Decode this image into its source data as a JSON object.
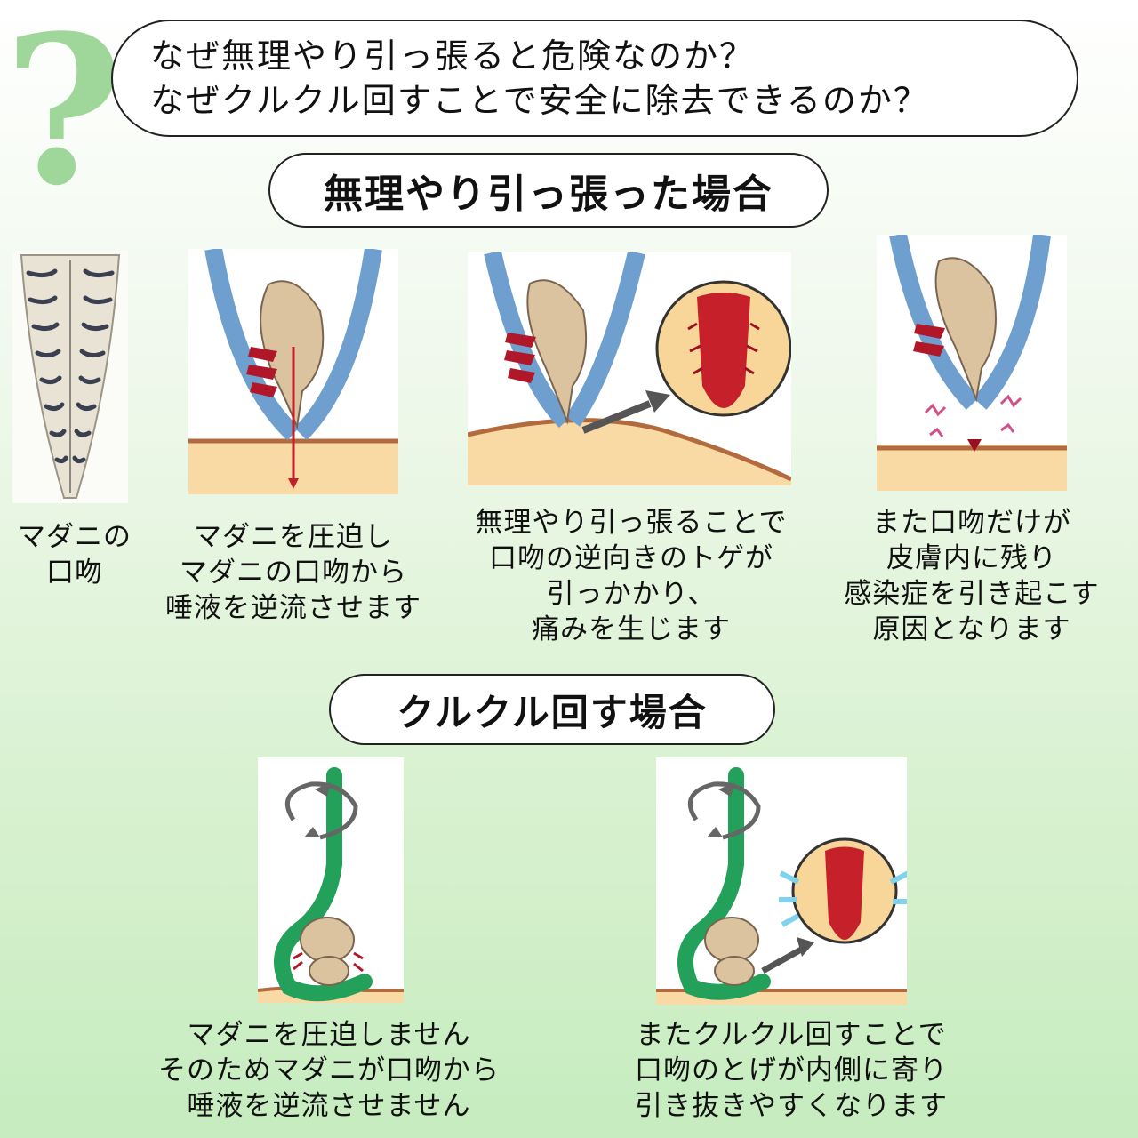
{
  "header": {
    "line1": "なぜ無理やり引っ張ると危険なのか？",
    "line2": "なぜクルクル回すことで安全に除去できるのか？"
  },
  "question_mark": "?",
  "section_pull": {
    "title": "無理やり引っ張った場合",
    "captions": [
      [
        "マダニの",
        "口吻"
      ],
      [
        "マダニを圧迫し",
        "マダニの口吻から",
        "唾液を逆流させます"
      ],
      [
        "無理やり引っ張ることで",
        "口吻の逆向きのトゲが",
        "引っかかり、",
        "痛みを生じます"
      ],
      [
        "また口吻だけが",
        "皮膚内に残り",
        "感染症を引き起こす",
        "原因となります"
      ]
    ]
  },
  "section_twist": {
    "title": "クルクル回す場合",
    "captions": [
      [
        "マダニを圧迫しません",
        "そのためマダニが口吻から",
        "唾液を逆流させません"
      ],
      [
        "またクルクル回すことで",
        "口吻のとげが内側に寄り",
        "引き抜きやすくなります"
      ]
    ]
  },
  "colors": {
    "tweezer_blue": "#6f9fcf",
    "tick_body": "#dcc3a0",
    "skin": "#f9d9a4",
    "skin_line": "#b36a3f",
    "barb_red": "#b0182a",
    "hook_green": "#23a05a",
    "question_green": "#9fd79a"
  }
}
